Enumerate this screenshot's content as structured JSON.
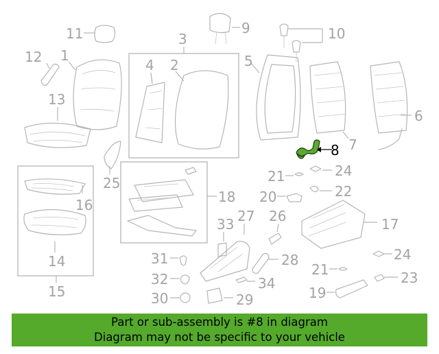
{
  "callouts": {
    "c1": "1",
    "c2": "2",
    "c3": "3",
    "c4": "4",
    "c5": "5",
    "c6": "6",
    "c7": "7",
    "c8": "8",
    "c9": "9",
    "c10": "10",
    "c11": "11",
    "c12": "12",
    "c13": "13",
    "c14": "14",
    "c15": "15",
    "c16": "16",
    "c17": "17",
    "c18": "18",
    "c19": "19",
    "c20": "20",
    "c21a": "21",
    "c21b": "21",
    "c22": "22",
    "c23": "23",
    "c24a": "24",
    "c24b": "24",
    "c25": "25",
    "c26": "26",
    "c27": "27",
    "c28": "28",
    "c29": "29",
    "c30": "30",
    "c31": "31",
    "c32": "32",
    "c33": "33",
    "c34": "34"
  },
  "highlight_color": "#5aab32",
  "banner": {
    "line1": "Part or sub-assembly is #8 in diagram",
    "line2": "Diagram may not be specific to your vehicle",
    "color": "#55aa2c"
  }
}
